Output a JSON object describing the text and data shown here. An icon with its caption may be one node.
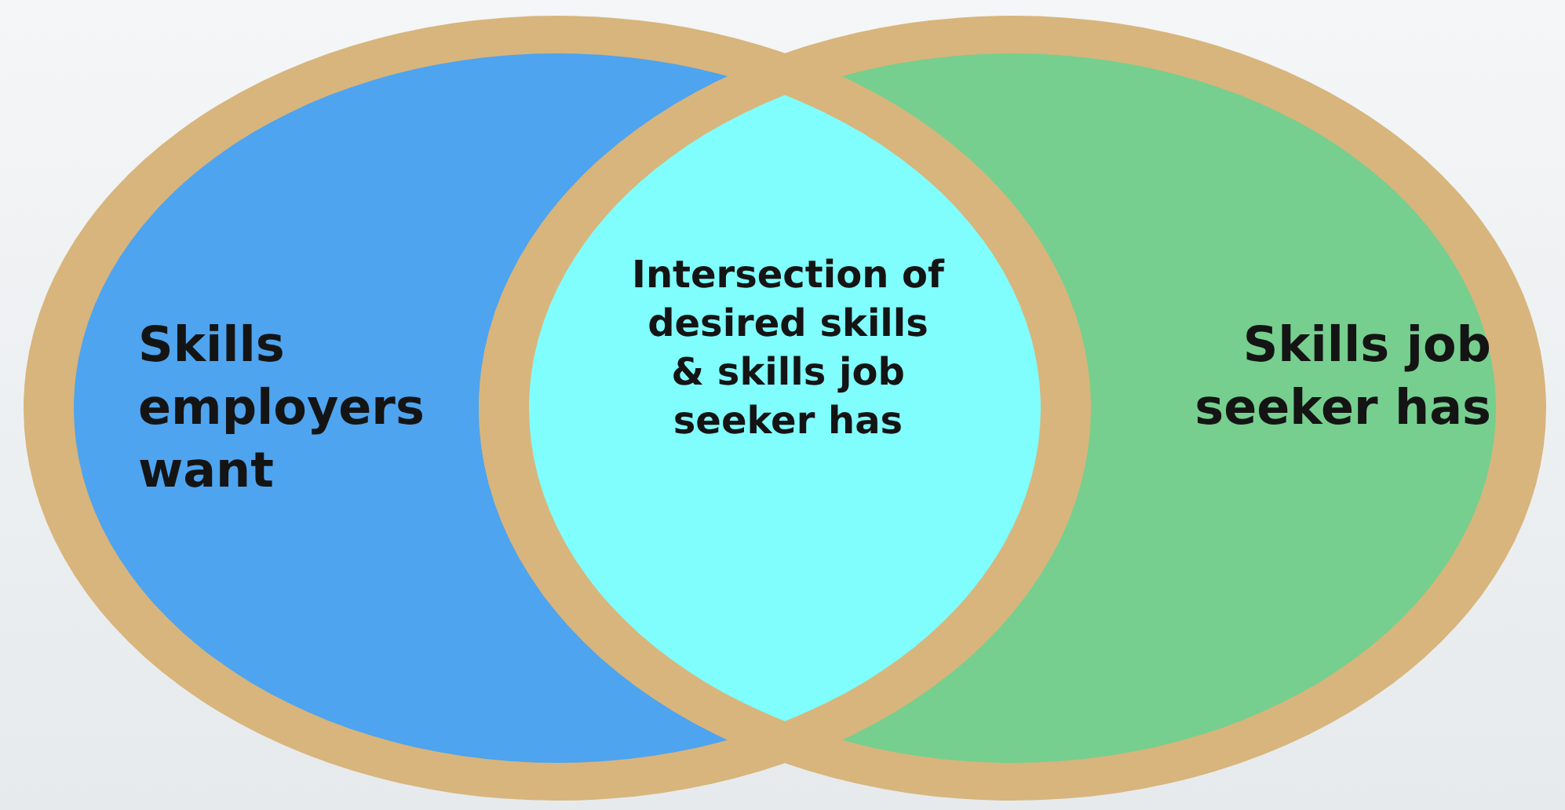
{
  "diagram": {
    "nodes": [
      {
        "text": [
          "Skills employers want"
        ]
      },
      {
        "text": [
          "Skills job seeker has"
        ]
      },
      {
        "text": [
          "Intersection of desired skills & skills job seeker has"
        ]
      }
    ]
  }
}
